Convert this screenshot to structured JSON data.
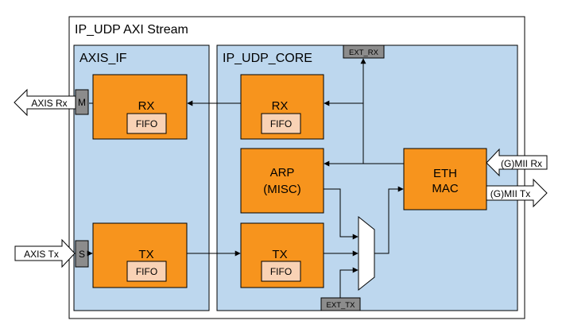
{
  "top": {
    "title": "IP_UDP AXI Stream"
  },
  "axis_if": {
    "title": "AXIS_IF",
    "rx_block": {
      "label": "RX",
      "fifo": "FIFO"
    },
    "tx_block": {
      "label": "TX",
      "fifo": "FIFO"
    },
    "port_m": "M",
    "port_s": "S"
  },
  "core": {
    "title": "IP_UDP_CORE",
    "rx_block": {
      "label": "RX",
      "fifo": "FIFO"
    },
    "tx_block": {
      "label": "TX",
      "fifo": "FIFO"
    },
    "arp_block": {
      "line1": "ARP",
      "line2": "(MISC)"
    },
    "ext_rx": "EXT_RX",
    "ext_tx": "EXT_TX"
  },
  "mac": {
    "line1": "ETH",
    "line2": "MAC"
  },
  "io": {
    "axis_rx": "AXIS Rx",
    "axis_tx": "AXIS Tx",
    "gmii_rx": "(G)MII Rx",
    "gmii_tx": "(G)MII Tx"
  },
  "colors": {
    "container_fill": "#bdd7ee",
    "block_fill": "#f7941d",
    "fifo_fill": "#f9d2b5",
    "tag_fill": "#8c8c8c"
  }
}
